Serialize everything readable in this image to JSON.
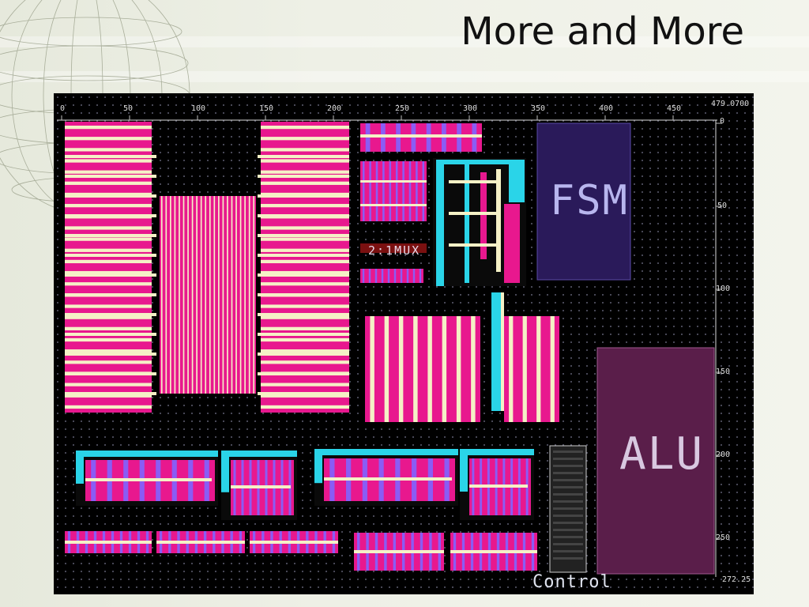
{
  "slide": {
    "title": "More and More"
  },
  "layout_view": {
    "x_ruler": [
      "0",
      "50",
      "100",
      "150",
      "200",
      "250",
      "300",
      "350",
      "400",
      "450"
    ],
    "x_end_readout": "479.0700",
    "y_ruler": [
      "0",
      "50",
      "100",
      "150",
      "200",
      "250"
    ],
    "y_end_readout": "272.25",
    "blocks": {
      "mux_label": "2:1MUX",
      "fsm_label": "FSM",
      "alu_label": "ALU",
      "control_label": "Control"
    },
    "colors": {
      "metal1": "#e8188e",
      "metal2": "#f5f1c6",
      "poly": "#2ad4e8",
      "diffusion": "#8a5cf5",
      "fsm_region": "#2a1a5a",
      "alu_region": "#5a1e4a"
    }
  }
}
